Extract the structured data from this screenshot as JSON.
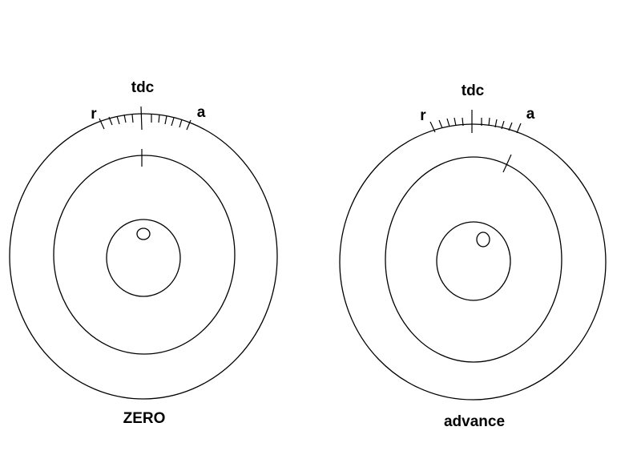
{
  "diagrams": [
    {
      "id": "zero",
      "label_top": "tdc",
      "label_retard": "r",
      "label_advance": "a",
      "caption": "ZERO",
      "inner_mark": "aligned with tdc"
    },
    {
      "id": "advance",
      "label_top": "tdc",
      "label_retard": "r",
      "label_advance": "a",
      "caption": "advance",
      "inner_mark": "rotated toward a"
    }
  ],
  "colors": {
    "ink": "#000000",
    "background": "#ffffff"
  }
}
